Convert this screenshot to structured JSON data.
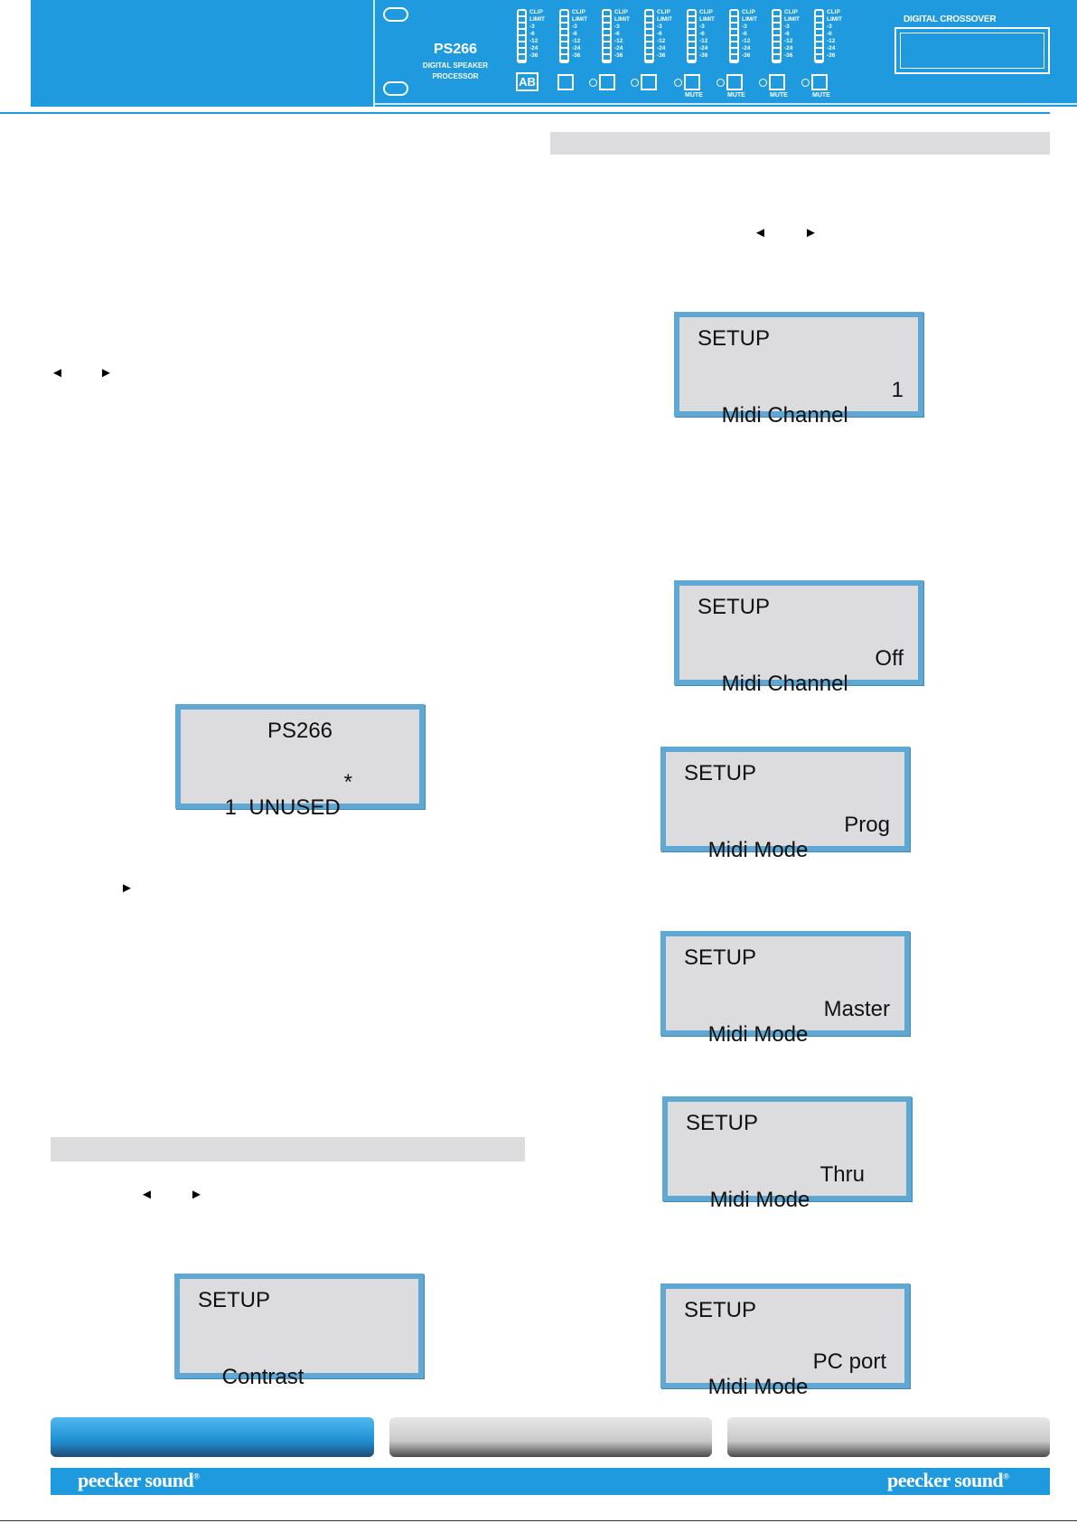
{
  "header": {
    "model": "PS266",
    "subtitle_line1": "DIGITAL SPEAKER",
    "subtitle_line2": "PROCESSOR",
    "display_label": "DIGITAL CROSSOVER",
    "ab_label": "AB",
    "mute_label": "MUTE",
    "meter_scale": [
      "CLIP",
      "LIMIT",
      "-3",
      "-6",
      "-12",
      "-24",
      "-36"
    ]
  },
  "arrows": {
    "left": "◄",
    "right": "►"
  },
  "screens": [
    {
      "line1": "PS266",
      "line2": "1  UNUSED",
      "value": "*"
    },
    {
      "line1": "SETUP",
      "line2": "Contrast",
      "value": ""
    },
    {
      "line1": "SETUP",
      "line2": "Midi Channel",
      "value": "1"
    },
    {
      "line1": "SETUP",
      "line2": "Midi Channel",
      "value": "Off"
    },
    {
      "line1": "SETUP",
      "line2": "Midi Mode",
      "value": "Prog"
    },
    {
      "line1": "SETUP",
      "line2": "Midi Mode",
      "value": "Master"
    },
    {
      "line1": "SETUP",
      "line2": "Midi Mode",
      "value": "Thru"
    },
    {
      "line1": "SETUP",
      "line2": "Midi Mode",
      "value": "PC port"
    }
  ],
  "footer": {
    "brand_left": "peecker sound",
    "brand_right": "peecker sound",
    "registered": "®"
  },
  "colors": {
    "brand_blue": "#1f9ade",
    "lcd_border": "#5fa8d3",
    "lcd_bg": "#dcdcde",
    "section_bar": "#dcdcde"
  }
}
